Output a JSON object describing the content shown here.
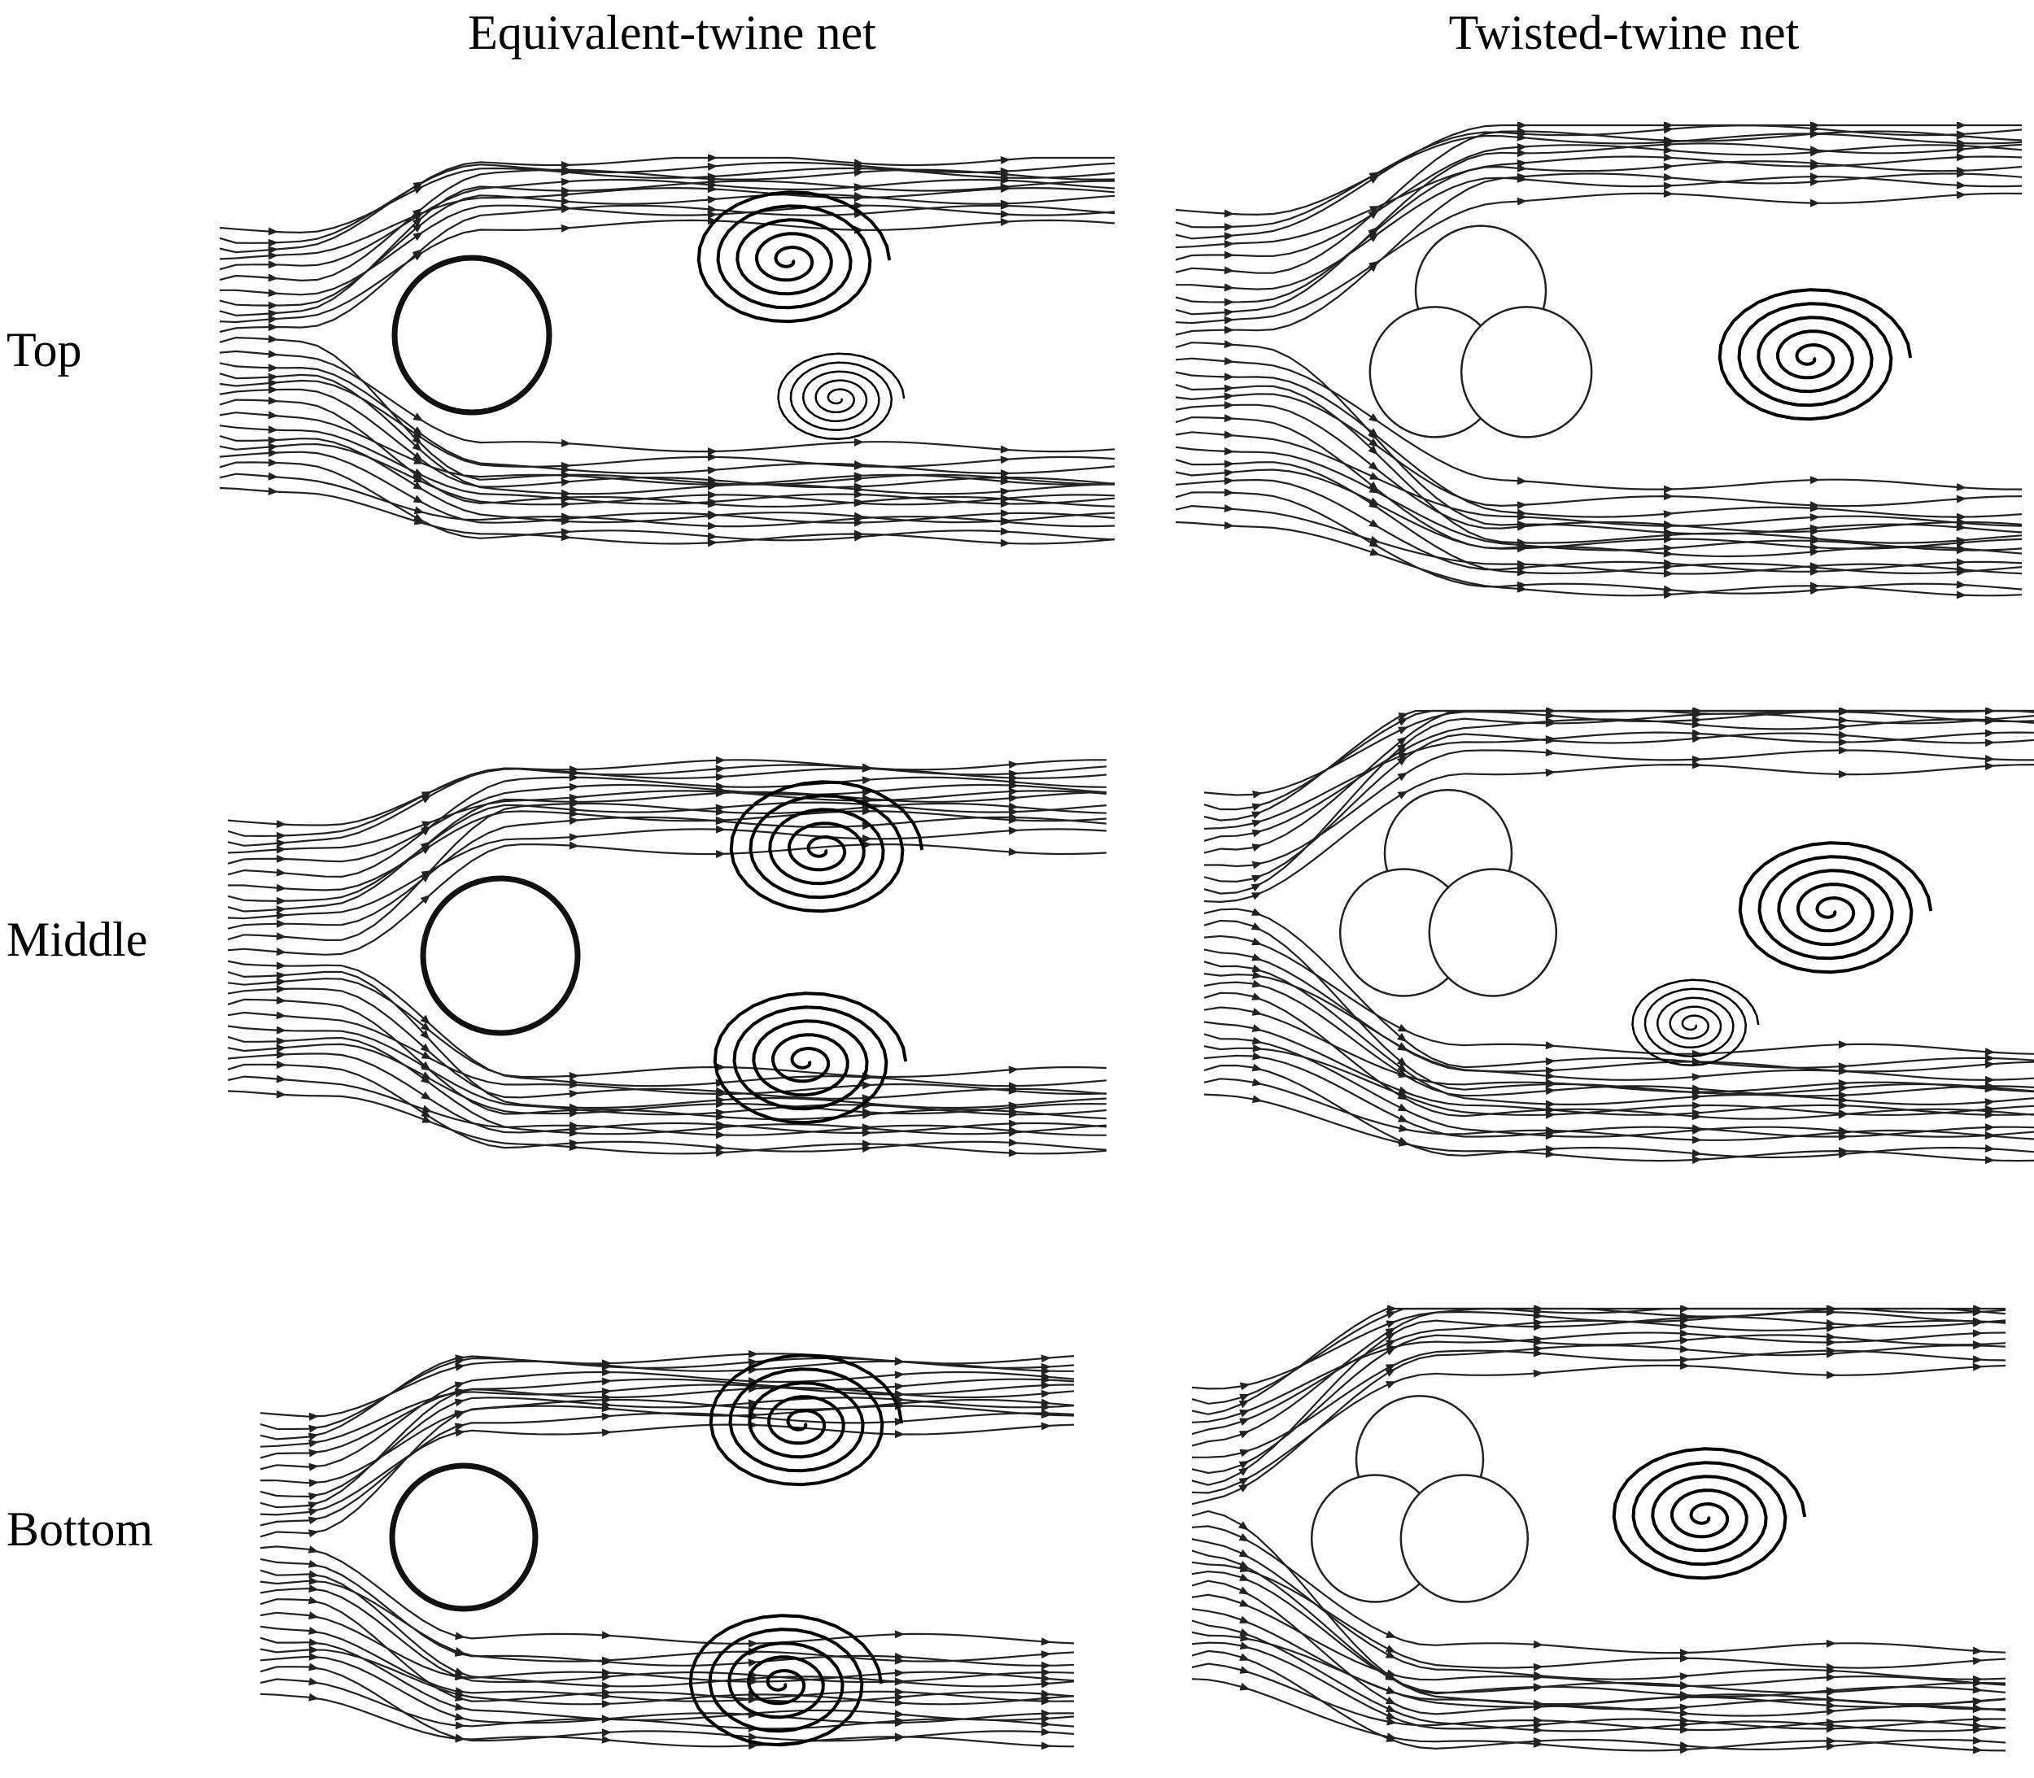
{
  "columns": {
    "left": "Equivalent-twine net",
    "right": "Twisted-twine net"
  },
  "rows": {
    "top": "Top",
    "middle": "Middle",
    "bottom": "Bottom"
  },
  "panels": [
    {
      "row": "top",
      "column": "left",
      "twine": "single-circle",
      "vortices": 2
    },
    {
      "row": "top",
      "column": "right",
      "twine": "three-strand",
      "vortices": 1
    },
    {
      "row": "middle",
      "column": "left",
      "twine": "single-circle",
      "vortices": 2
    },
    {
      "row": "middle",
      "column": "right",
      "twine": "three-strand",
      "vortices": 2
    },
    {
      "row": "bottom",
      "column": "left",
      "twine": "single-circle",
      "vortices": 2
    },
    {
      "row": "bottom",
      "column": "right",
      "twine": "three-strand",
      "vortices": 1
    }
  ],
  "colors": {
    "stroke": "#222222",
    "background": "#ffffff"
  }
}
